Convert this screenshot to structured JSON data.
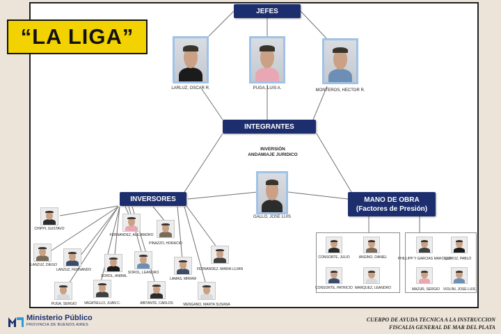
{
  "title": "“LA LIGA”",
  "headers": {
    "jefes": "JEFES",
    "integrantes": "INTEGRANTES",
    "inversores": "INVERSORES",
    "mano_obra_line1": "MANO DE OBRA",
    "mano_obra_line2": "(Factores de Presión)"
  },
  "center_note": {
    "line1": "INVERSIÓN",
    "line2": "ANDAMIAJE JURIDICO"
  },
  "jefes": [
    {
      "name": "LARLUZ, OSCAR R."
    },
    {
      "name": "PUGA, LUIS A."
    },
    {
      "name": "MONTEROS, HECTOR R."
    }
  ],
  "integrante_central": {
    "name": "GALLO, JOSE LUIS"
  },
  "inversores": [
    {
      "name": "CHIPPI, GUSTAVO"
    },
    {
      "name": "LANZUZ, DIEGO"
    },
    {
      "name": "LANZUZ, FERNANDO"
    },
    {
      "name": "PUGA, SERGIO"
    },
    {
      "name": "VAGATIELLO, JUAN C."
    },
    {
      "name": "SOROL, ANIBAL"
    },
    {
      "name": "FERNANDEZ, ALEJANDRO"
    },
    {
      "name": "SOROL, LEANDRO"
    },
    {
      "name": "ABITANTE, CARLOS"
    },
    {
      "name": "PINAZZO, HORACIO"
    },
    {
      "name": "LAMAS, MIRIAM"
    },
    {
      "name": "MENGANO, MARTA SUSANA"
    },
    {
      "name": "FERNANDEZ, MARIA LUJAN"
    }
  ],
  "mano_obra": [
    {
      "name": "CONSORTE, JULIO"
    },
    {
      "name": "ANGINO, DANIEL"
    },
    {
      "name": "CONSORTE, PATRICIO"
    },
    {
      "name": "MARQUEZ, LEANDRO"
    },
    {
      "name": "PHILLIPP Y GARCIAS MARCELO"
    },
    {
      "name": "QUIROZ, PABLO"
    },
    {
      "name": "MAZUR, SERGIO"
    },
    {
      "name": "VIOLINI, JOSE LUIS"
    }
  ],
  "logo": {
    "line1": "Ministerio Público",
    "line2": "PROVINCIA DE BUENOS AIRES"
  },
  "footer": {
    "line1": "CUERPO DE AYUDA TECNICA A LA INSTRUCCION",
    "line2": "FISCALIA GENERAL DE  MAR DEL PLATA"
  },
  "colors": {
    "header_bg": "#1c2e6e",
    "badge_bg": "#f2d200",
    "photo_border": "#9fc2e6"
  }
}
